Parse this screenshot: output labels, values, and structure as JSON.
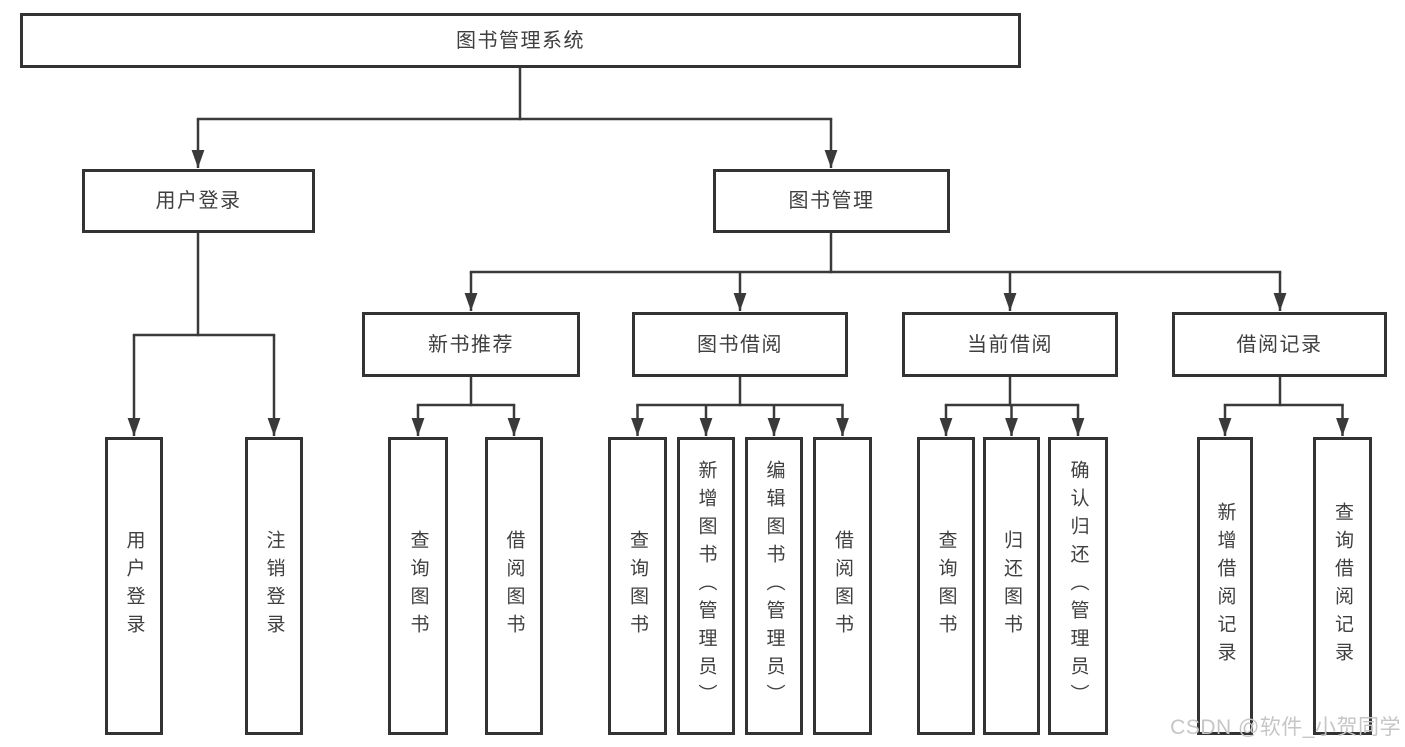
{
  "diagram": {
    "title": "图书管理系统",
    "children": [
      {
        "label": "用户登录",
        "children": [
          {
            "label": "用户登录"
          },
          {
            "label": "注销登录"
          }
        ]
      },
      {
        "label": "图书管理",
        "children": [
          {
            "label": "新书推荐",
            "children": [
              {
                "label": "查询图书"
              },
              {
                "label": "借阅图书"
              }
            ]
          },
          {
            "label": "图书借阅",
            "children": [
              {
                "label": "查询图书"
              },
              {
                "label": "新增图书（管理员）"
              },
              {
                "label": "编辑图书（管理员）"
              },
              {
                "label": "借阅图书"
              }
            ]
          },
          {
            "label": "当前借阅",
            "children": [
              {
                "label": "查询图书"
              },
              {
                "label": "归还图书"
              },
              {
                "label": "确认归还（管理员）"
              }
            ]
          },
          {
            "label": "借阅记录",
            "children": [
              {
                "label": "新增借阅记录"
              },
              {
                "label": "查询借阅记录"
              }
            ]
          }
        ]
      }
    ]
  },
  "watermark": "CSDN @软件_小贺同学",
  "colors": {
    "line": "#3a3a3a",
    "border": "#333333",
    "text": "#3f3f3f",
    "watermark": "#c6c6c6",
    "background": "#ffffff"
  }
}
